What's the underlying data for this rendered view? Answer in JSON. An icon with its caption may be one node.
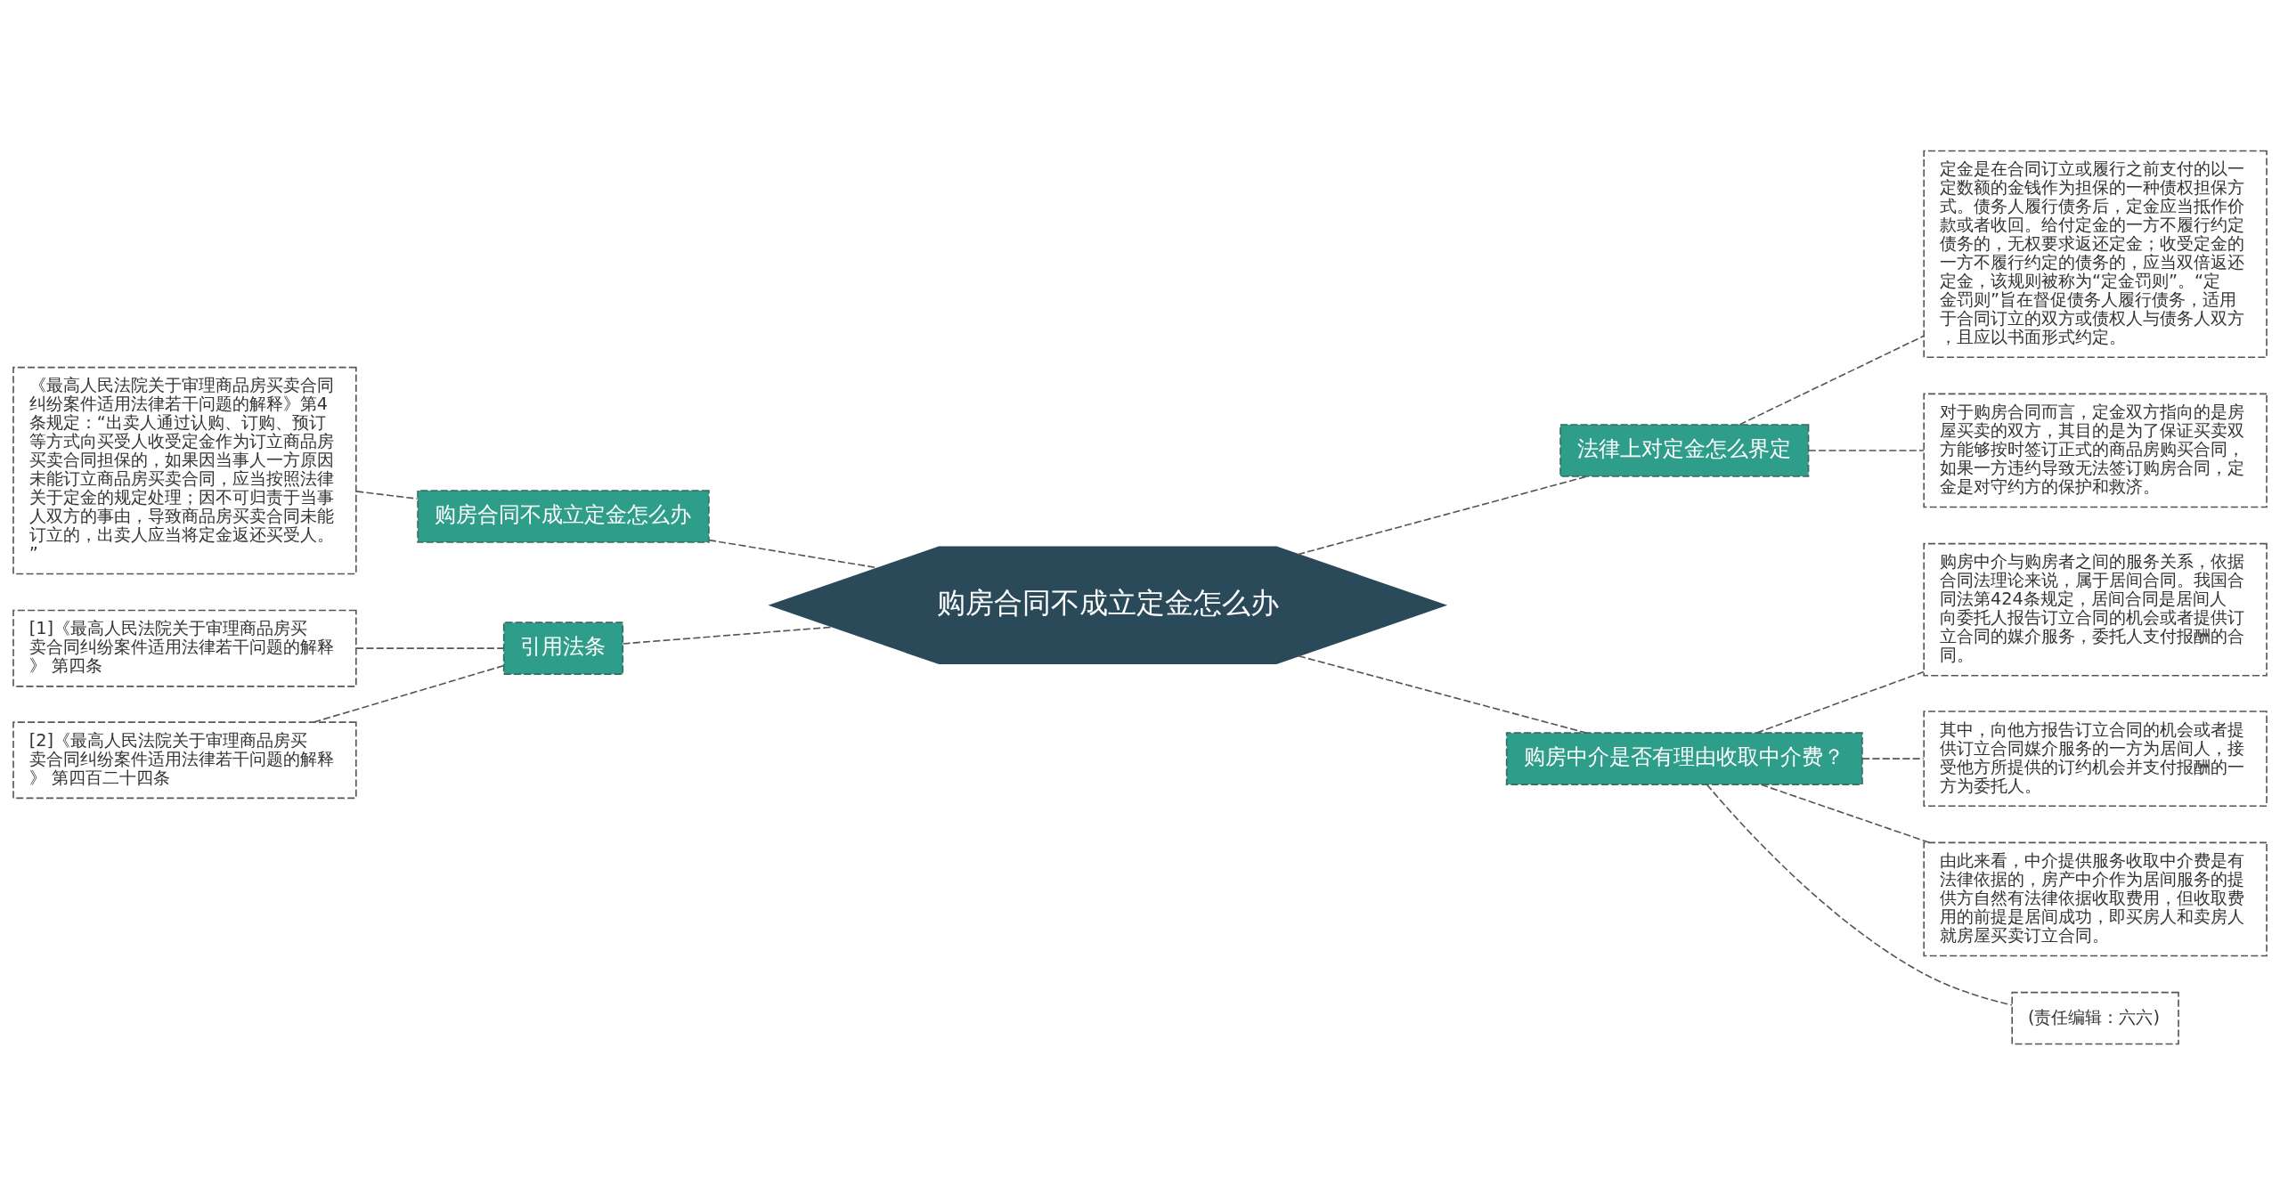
{
  "diagram": {
    "nodes": [
      {
        "text": [
          "购房合同不成立定金怎么办"
        ]
      },
      {
        "text": [
          "法律上对定金怎么界定"
        ]
      },
      {
        "text": [
          "定金是在合同订立或履行之前支付的以一定数额的金钱作为担保的一种债权担保方式。债务人履行债务后，定金应当抵作价款或者收回。给付定金的一方不履行约定债务的，无权要求返还定金；收受定金的一方不履行约定的债务的，应当双倍返还定金，该规则被称为“定金罚则”。“定金罚则”旨在督促债务人履行债务，适用于合同订立的双方或债权人与债务人双方，且应以书面形式约定。"
        ]
      },
      {
        "text": [
          "对于购房合同而言，定金双方指向的是房屋买卖的双方，其目的是为了保证买卖双方能够按时签订正式的商品房购买合同，如果一方违约导致无法签订购房合同，定金是对守约方的保护和救济。"
        ]
      },
      {
        "text": [
          "购房中介是否有理由收取中介费？"
        ]
      },
      {
        "text": [
          "购房中介与购房者之间的服务关系，依据合同法理论来说，属于居间合同。我国合同法第424条规定，居间合同是居间人向委托人报告订立合同的机会或者提供订立合同的媒介服务，委托人支付报酬的合同。"
        ]
      },
      {
        "text": [
          "其中，向他方报告订立合同的机会或者提供订立合同媒介服务的一方为居间人，接受他方所提供的订约机会并支付报酬的一方为委托人。"
        ]
      },
      {
        "text": [
          "由此来看，中介提供服务收取中介费是有法律依据的，房产中介作为居间服务的提供方自然有法律依据收取费用，但收取费用的前提是居间成功，即买房人和卖房人就房屋买卖订立合同。"
        ]
      },
      {
        "text": [
          "(责任编辑：六六)"
        ]
      },
      {
        "text": [
          "购房合同不成立定金怎么办"
        ]
      },
      {
        "text": [
          "《最高人民法院关于审理商品房买卖合同纠纷案件适用法律若干问题的解释》第4条规定：“出卖人通过认购、订购、预订等方式向买受人收受定金作为订立商品房买卖合同担保的，如果因当事人一方原因未能订立商品房买卖合同，应当按照法律关于定金的规定处理；因不可归责于当事人双方的事由，导致商品房买卖合同未能订立的，出卖人应当将定金返还买受人。”"
        ]
      },
      {
        "text": [
          "引用法条"
        ]
      },
      {
        "text": [
          "[1]《最高人民法院关于审理商品房买卖合同纠纷案件适用法律若干问题的解释》 第四条"
        ]
      },
      {
        "text": [
          "[2]《最高人民法院关于审理商品房买卖合同纠纷案件适用法律若干问题的解释》 第四百二十四条"
        ]
      }
    ],
    "edges": [
      {
        "from": 10,
        "to": 9,
        "arrow": "none",
        "style": "dashed"
      },
      {
        "from": 9,
        "to": 0,
        "arrow": "none",
        "style": "dashed"
      },
      {
        "from": 12,
        "to": 11,
        "arrow": "none",
        "style": "dashed"
      },
      {
        "from": 13,
        "to": 11,
        "arrow": "none",
        "style": "dashed"
      },
      {
        "from": 11,
        "to": 0,
        "arrow": "none",
        "style": "dashed"
      },
      {
        "from": 0,
        "to": 1,
        "arrow": "none",
        "style": "dashed"
      },
      {
        "from": 1,
        "to": 2,
        "arrow": "none",
        "style": "dashed"
      },
      {
        "from": 1,
        "to": 3,
        "arrow": "none",
        "style": "dashed"
      },
      {
        "from": 0,
        "to": 4,
        "arrow": "none",
        "style": "dashed"
      },
      {
        "from": 4,
        "to": 5,
        "arrow": "none",
        "style": "dashed"
      },
      {
        "from": 4,
        "to": 6,
        "arrow": "none",
        "style": "dashed"
      },
      {
        "from": 4,
        "to": 7,
        "arrow": "none",
        "style": "dashed"
      },
      {
        "from": 4,
        "to": 8,
        "arrow": "none",
        "style": "dashed"
      }
    ]
  }
}
